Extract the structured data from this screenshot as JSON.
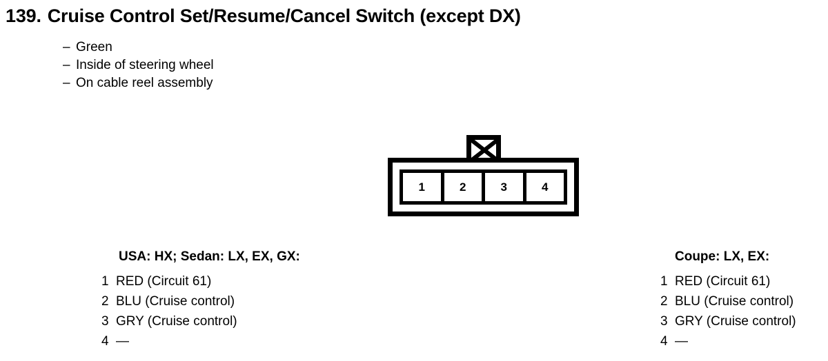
{
  "title": {
    "number": "139.",
    "text": "Cruise Control Set/Resume/Cancel Switch (except DX)"
  },
  "notes": {
    "dash": "–",
    "items": [
      "Green",
      "Inside of steering wheel",
      "On cable reel assembly"
    ]
  },
  "connector": {
    "latch_icon": "x-crossed-latch",
    "pin_count": 4,
    "pins": [
      "1",
      "2",
      "3",
      "4"
    ]
  },
  "pin_tables": [
    {
      "heading": "USA: HX; Sedan: LX, EX, GX:",
      "rows": [
        {
          "index": "1",
          "desc": "RED (Circuit 61)"
        },
        {
          "index": "2",
          "desc": "BLU (Cruise control)"
        },
        {
          "index": "3",
          "desc": "GRY (Cruise control)"
        },
        {
          "index": "4",
          "desc": "—"
        }
      ]
    },
    {
      "heading": "Coupe: LX, EX:",
      "rows": [
        {
          "index": "1",
          "desc": "RED (Circuit 61)"
        },
        {
          "index": "2",
          "desc": "BLU (Cruise control)"
        },
        {
          "index": "3",
          "desc": "GRY (Cruise control)"
        },
        {
          "index": "4",
          "desc": "—"
        }
      ]
    }
  ],
  "colors": {
    "ink": "#000000",
    "paper": "#ffffff"
  }
}
